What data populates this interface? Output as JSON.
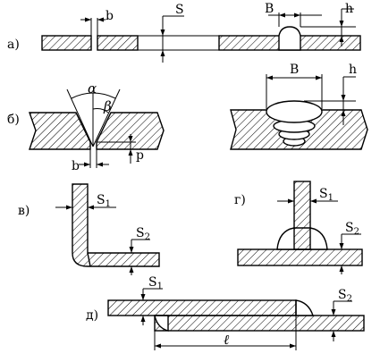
{
  "figures": {
    "a": {
      "label": "а)",
      "dims": {
        "gap": "b",
        "thickness": "S",
        "width": "B",
        "height": "h"
      }
    },
    "b": {
      "label": "б)",
      "dims": {
        "angle_total": "α",
        "angle_half": "β",
        "gap": "b",
        "root": "p",
        "width": "B",
        "height": "h"
      }
    },
    "v": {
      "label": "в)",
      "dims": {
        "s1_main": "S",
        "s1_sub": "1",
        "s2_main": "S",
        "s2_sub": "2"
      }
    },
    "g": {
      "label": "г)",
      "dims": {
        "s1_main": "S",
        "s1_sub": "1",
        "s2_main": "S",
        "s2_sub": "2"
      }
    },
    "d": {
      "label": "д)",
      "dims": {
        "s1_main": "S",
        "s1_sub": "1",
        "s2_main": "S",
        "s2_sub": "2",
        "overlap": "ℓ"
      }
    }
  },
  "colors": {
    "ink": "#000000",
    "paper": "#ffffff"
  }
}
